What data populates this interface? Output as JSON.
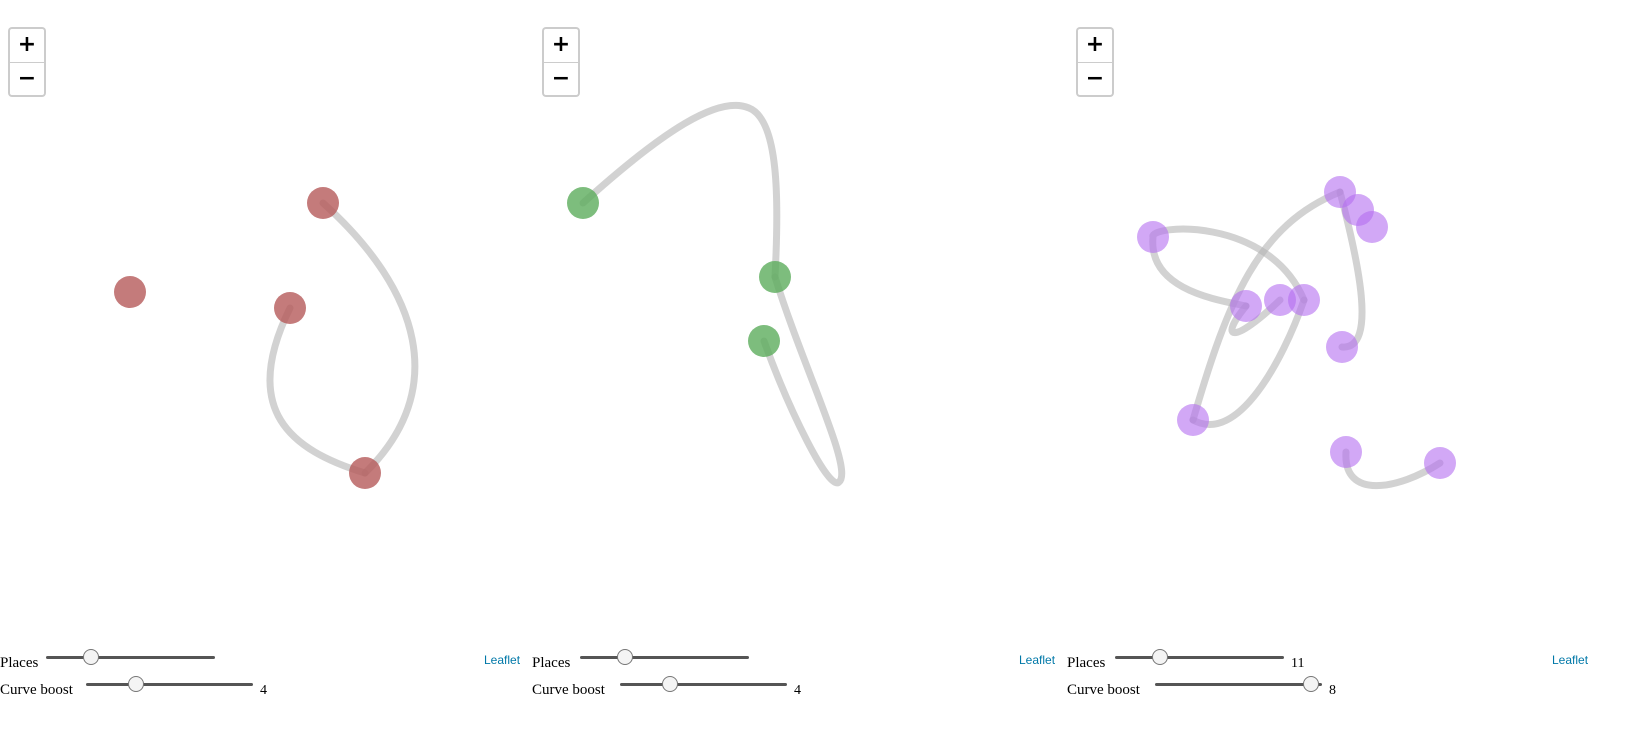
{
  "zoom": {
    "in_label": "+",
    "out_label": "−"
  },
  "attribution": "Leaflet",
  "panels": [
    {
      "color": "#b55a5a",
      "labels": {
        "places": "Places",
        "curve_boost": "Curve boost"
      },
      "places_value": "",
      "curve_boost_value": "4",
      "places_fraction": 0.24,
      "curve_fraction": 0.28
    },
    {
      "color": "#5cad5c",
      "labels": {
        "places": "Places",
        "curve_boost": "Curve boost"
      },
      "places_value": "",
      "curve_boost_value": "4",
      "places_fraction": 0.24,
      "curve_fraction": 0.28
    },
    {
      "color": "#b46ef0",
      "labels": {
        "places": "Places",
        "curve_boost": "Curve boost"
      },
      "places_value": "11",
      "curve_boost_value": "8",
      "places_fraction": 0.24,
      "curve_fraction": 0.98
    }
  ]
}
